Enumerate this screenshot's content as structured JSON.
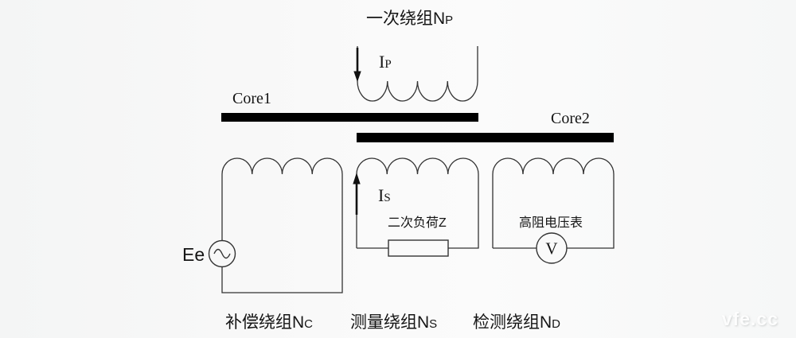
{
  "diagram": {
    "title": {
      "text": "一次绕组N",
      "sub": "P"
    },
    "primary_current": {
      "text": "I",
      "sub": "P"
    },
    "secondary_current": {
      "text": "I",
      "sub": "S"
    },
    "core1_label": "Core1",
    "core2_label": "Core2",
    "source_label": "Ee",
    "load_label": "二次负荷Z",
    "voltmeter_label": "高阻电压表",
    "voltmeter_symbol": "V",
    "windings": {
      "compensation": {
        "text": "补偿绕组N",
        "sub": "C"
      },
      "measurement": {
        "text": "测量绕组N",
        "sub": "S"
      },
      "detection": {
        "text": "检测绕组N",
        "sub": "D"
      }
    },
    "watermark": "vfe.cc",
    "colors": {
      "line": "#333333",
      "core": "#000000",
      "background": "#f7f8f8",
      "text": "#151515",
      "watermark": "#ffffff"
    }
  }
}
